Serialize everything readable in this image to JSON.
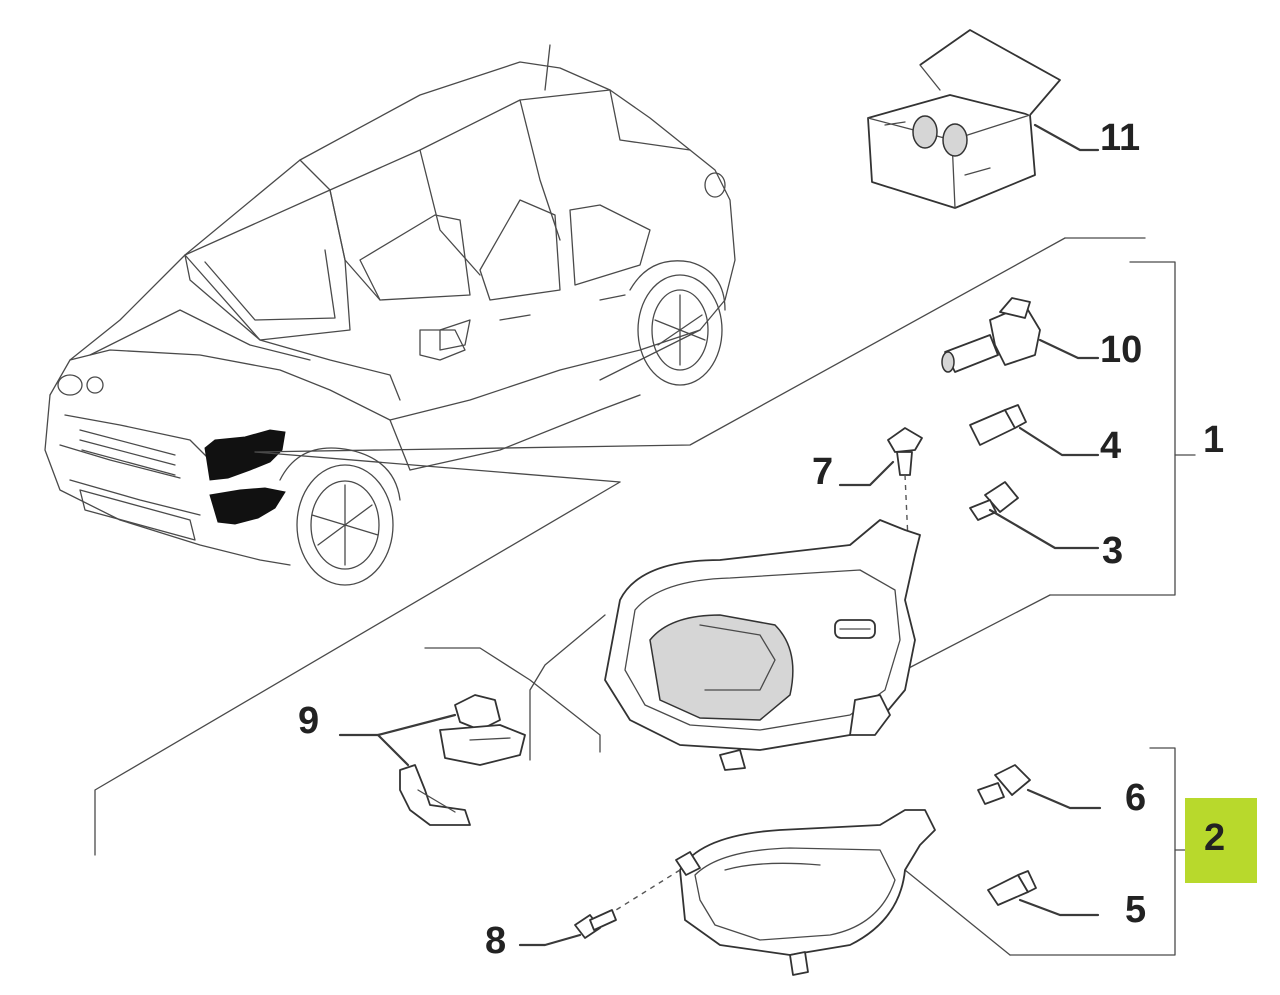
{
  "callouts": {
    "c1": "1",
    "c2": "2",
    "c3": "3",
    "c4": "4",
    "c5": "5",
    "c6": "6",
    "c7": "7",
    "c8": "8",
    "c9": "9",
    "c10": "10",
    "c11": "11"
  },
  "highlight_color": "#b8d92c",
  "highlighted_callout": "2"
}
